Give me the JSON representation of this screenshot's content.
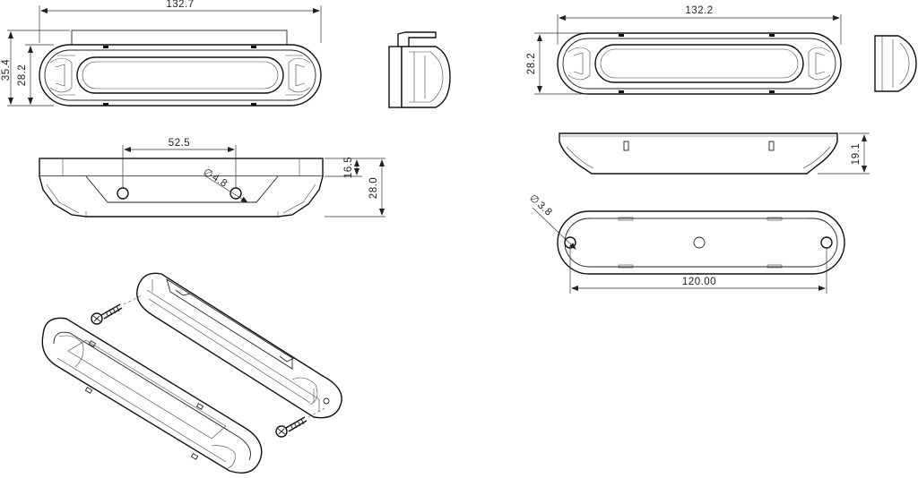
{
  "dimensions": {
    "lamp1_width": "132.7",
    "lamp1_height_total": "35.4",
    "lamp1_height_body": "28.2",
    "lamp1_hole_spacing": "52.5",
    "lamp1_hole_diameter": "4.8",
    "lamp1_mount_height": "16.5",
    "lamp1_side_height": "28.0",
    "lamp2_width": "132.2",
    "lamp2_height_body": "28.2",
    "lamp2_side_height": "19.1",
    "lamp2_hole_diameter": "3.8",
    "lamp2_hole_spacing": "120.00"
  },
  "symbols": {
    "diameter": "∅"
  }
}
